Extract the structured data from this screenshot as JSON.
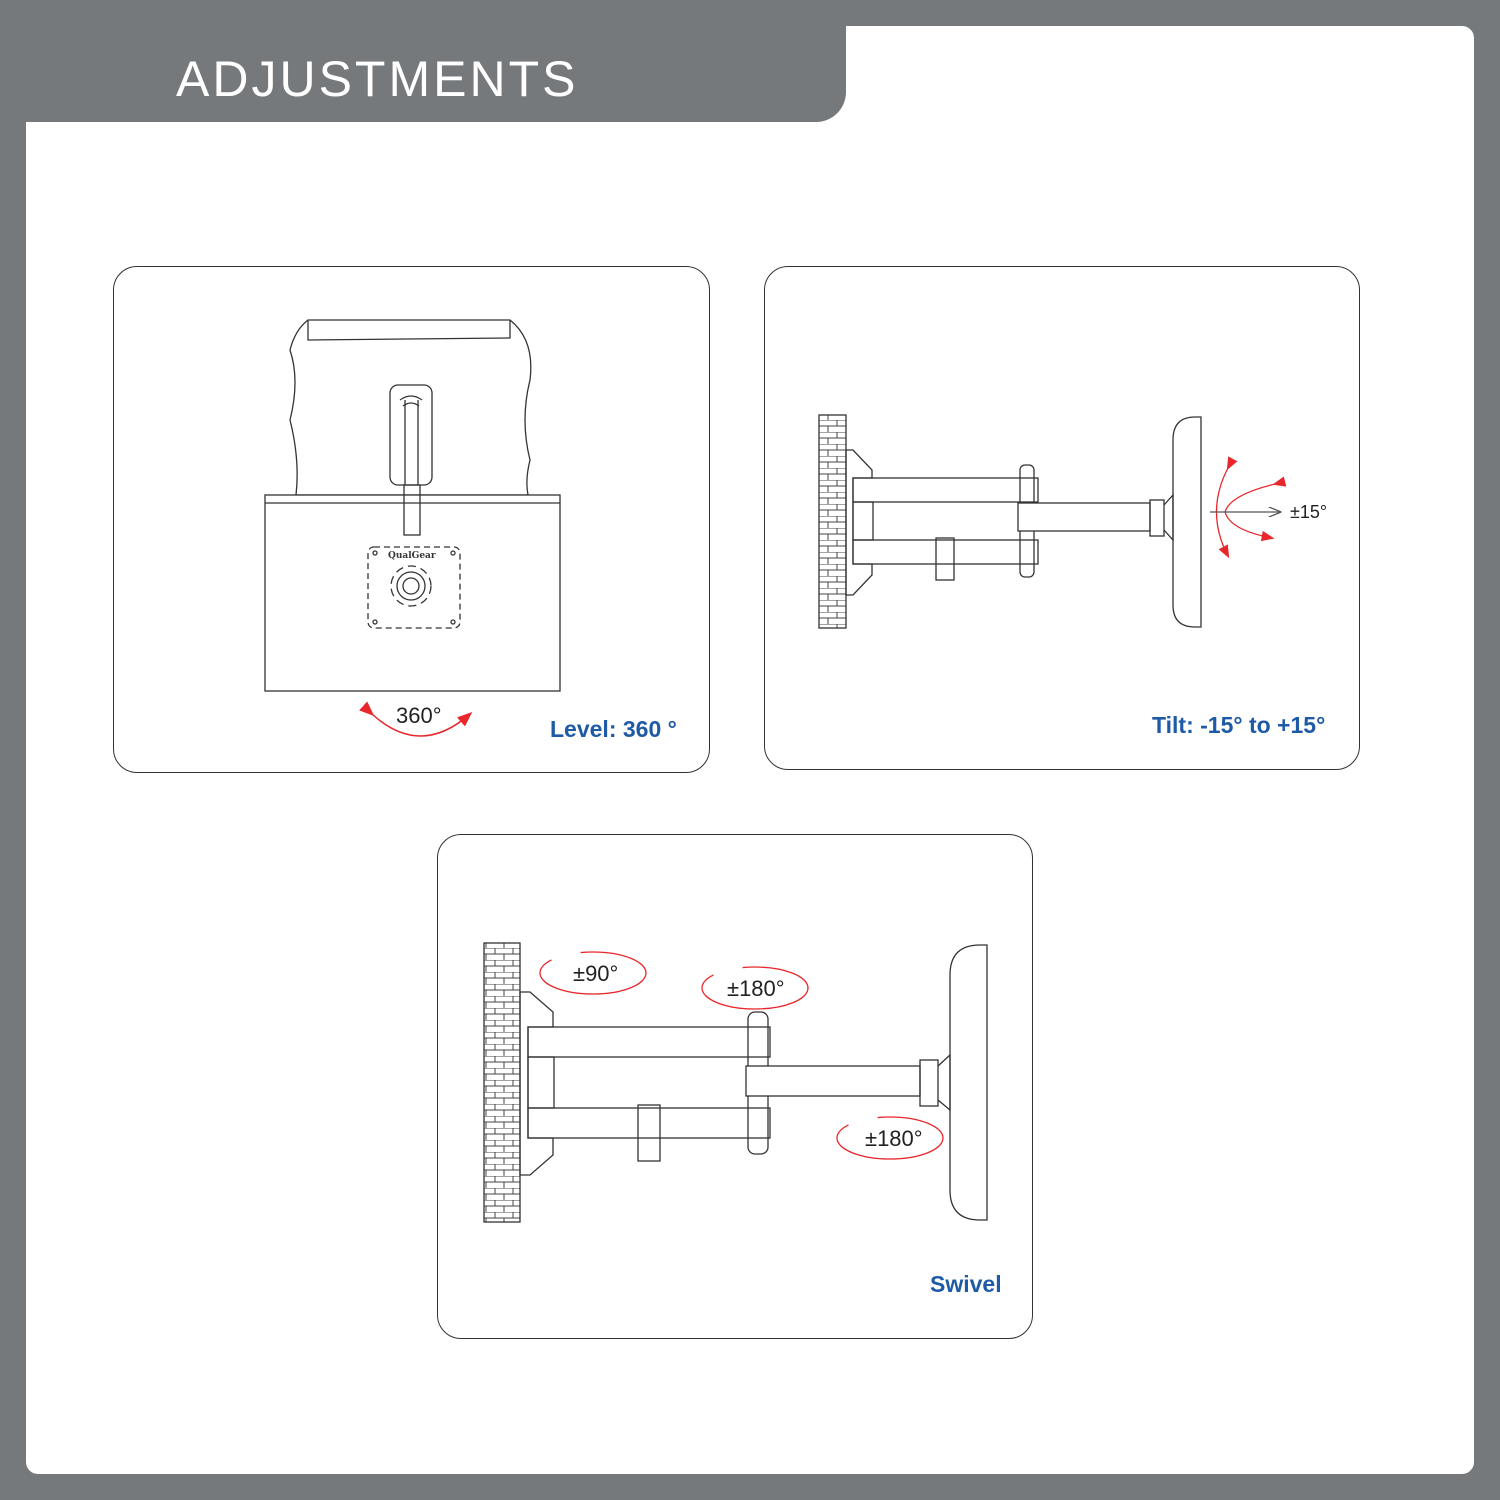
{
  "header": {
    "title": "ADJUSTMENTS"
  },
  "panels": [
    {
      "caption": "Level: 360 °",
      "labels": [
        "360°"
      ],
      "brand": "QualGear"
    },
    {
      "caption": "Tilt: -15° to +15°",
      "labels": [
        "±15°"
      ]
    },
    {
      "caption": "Swivel",
      "labels": [
        "±90°",
        "±180°",
        "±180°"
      ]
    }
  ],
  "colors": {
    "background": "#76797b",
    "caption": "#1f5aa6",
    "arrow": "#e8262b"
  }
}
